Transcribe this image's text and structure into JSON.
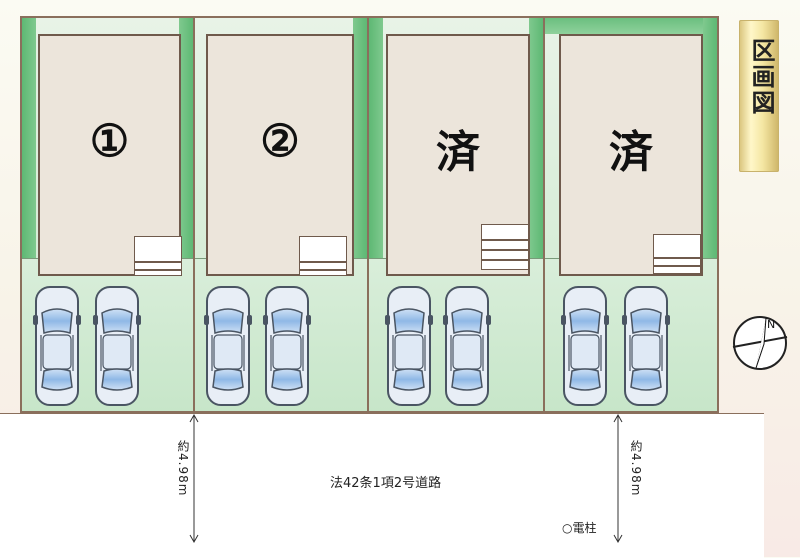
{
  "title": "区画図",
  "lots": [
    {
      "label": "①"
    },
    {
      "label": "②"
    },
    {
      "label": "済"
    },
    {
      "label": "済"
    }
  ],
  "road": {
    "label": "法42条1項2号道路",
    "width_left": "約4.98m",
    "width_right": "約4.98m",
    "pole_label": "○電柱"
  },
  "compass": {
    "north_label": "N"
  },
  "colors": {
    "lot_border": "#8a6f5c",
    "greenery": "#5eb874",
    "house_fill": "#ece5db",
    "car_body": "#e8eef6",
    "car_glass": "#8fb8e6",
    "sign_gold": "#f4e6a2"
  }
}
